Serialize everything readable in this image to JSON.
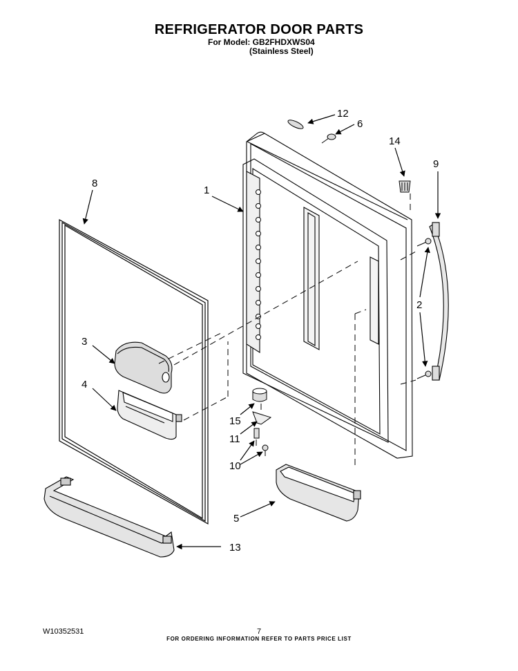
{
  "header": {
    "title": "REFRIGERATOR DOOR PARTS",
    "model_line": "For Model: GB2FHDXWS04",
    "finish_line": "(Stainless Steel)"
  },
  "callouts": [
    "12",
    "6",
    "14",
    "9",
    "8",
    "1",
    "2",
    "3",
    "4",
    "15",
    "11",
    "10",
    "5",
    "13"
  ],
  "footer": {
    "ordering_note": "FOR ORDERING INFORMATION REFER TO PARTS PRICE LIST",
    "doc_number": "W10352531",
    "page_number": "7"
  }
}
